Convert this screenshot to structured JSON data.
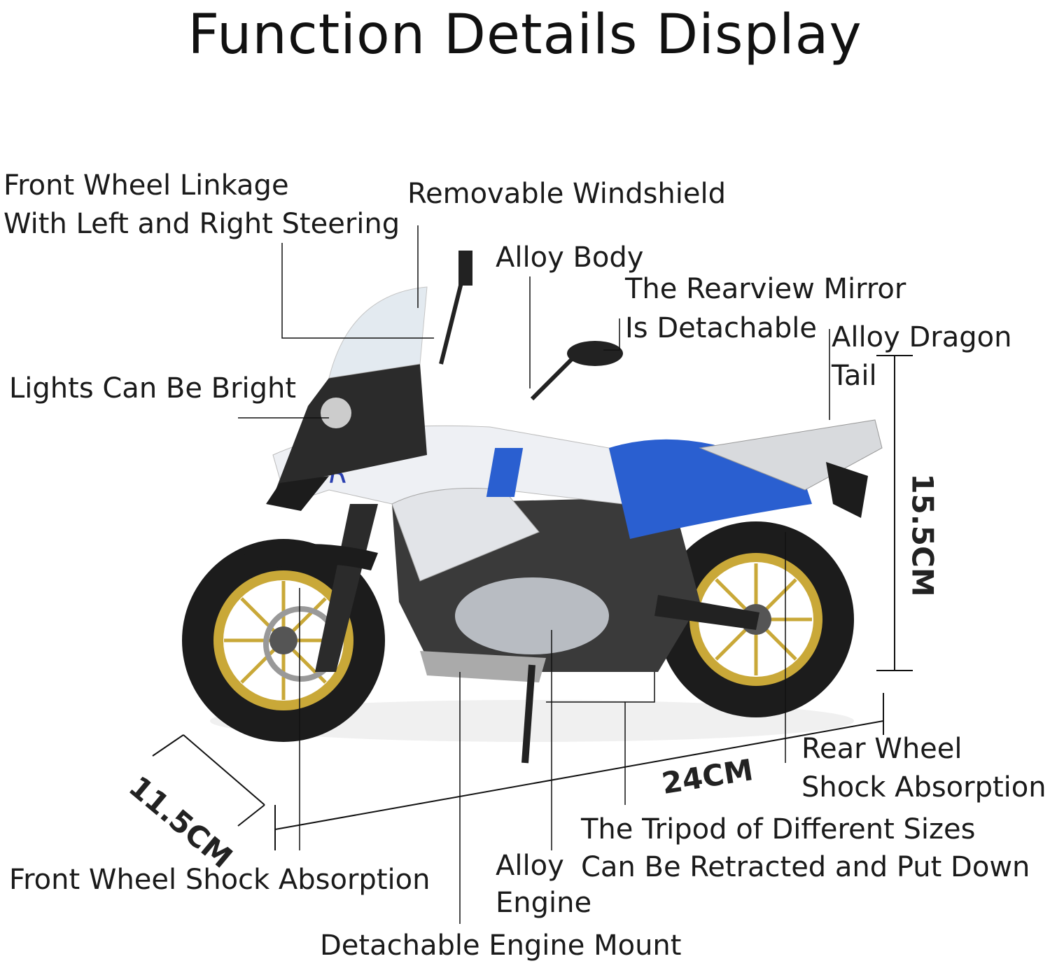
{
  "title": "Function Details Display",
  "labels": {
    "front_linkage_1": "Front Wheel Linkage",
    "front_linkage_2": "With Left and Right Steering",
    "windshield": "Removable Windshield",
    "alloy_body": "Alloy Body",
    "mirror_1": "The Rearview Mirror",
    "mirror_2": "Is Detachable",
    "dragon_tail_1": "Alloy Dragon",
    "dragon_tail_2": "Tail",
    "lights": "Lights Can Be Bright",
    "rear_shock_1": "Rear Wheel",
    "rear_shock_2": "Shock Absorption",
    "tripod_1": "The Tripod of Different Sizes",
    "tripod_2": "Can Be Retracted and Put Down",
    "alloy_engine_1": "Alloy",
    "alloy_engine_2": "Engine",
    "front_shock": "Front Wheel Shock Absorption",
    "engine_mount": "Detachable Engine Mount"
  },
  "dimensions": {
    "height": "15.5CM",
    "length": "24CM",
    "width": "11.5CM"
  },
  "colors": {
    "body_white": "#eef0f4",
    "seat_blue": "#2a5fd0",
    "rim_gold": "#c9a838",
    "tire": "#1c1c1c",
    "frame_dark": "#2b2b2b"
  }
}
